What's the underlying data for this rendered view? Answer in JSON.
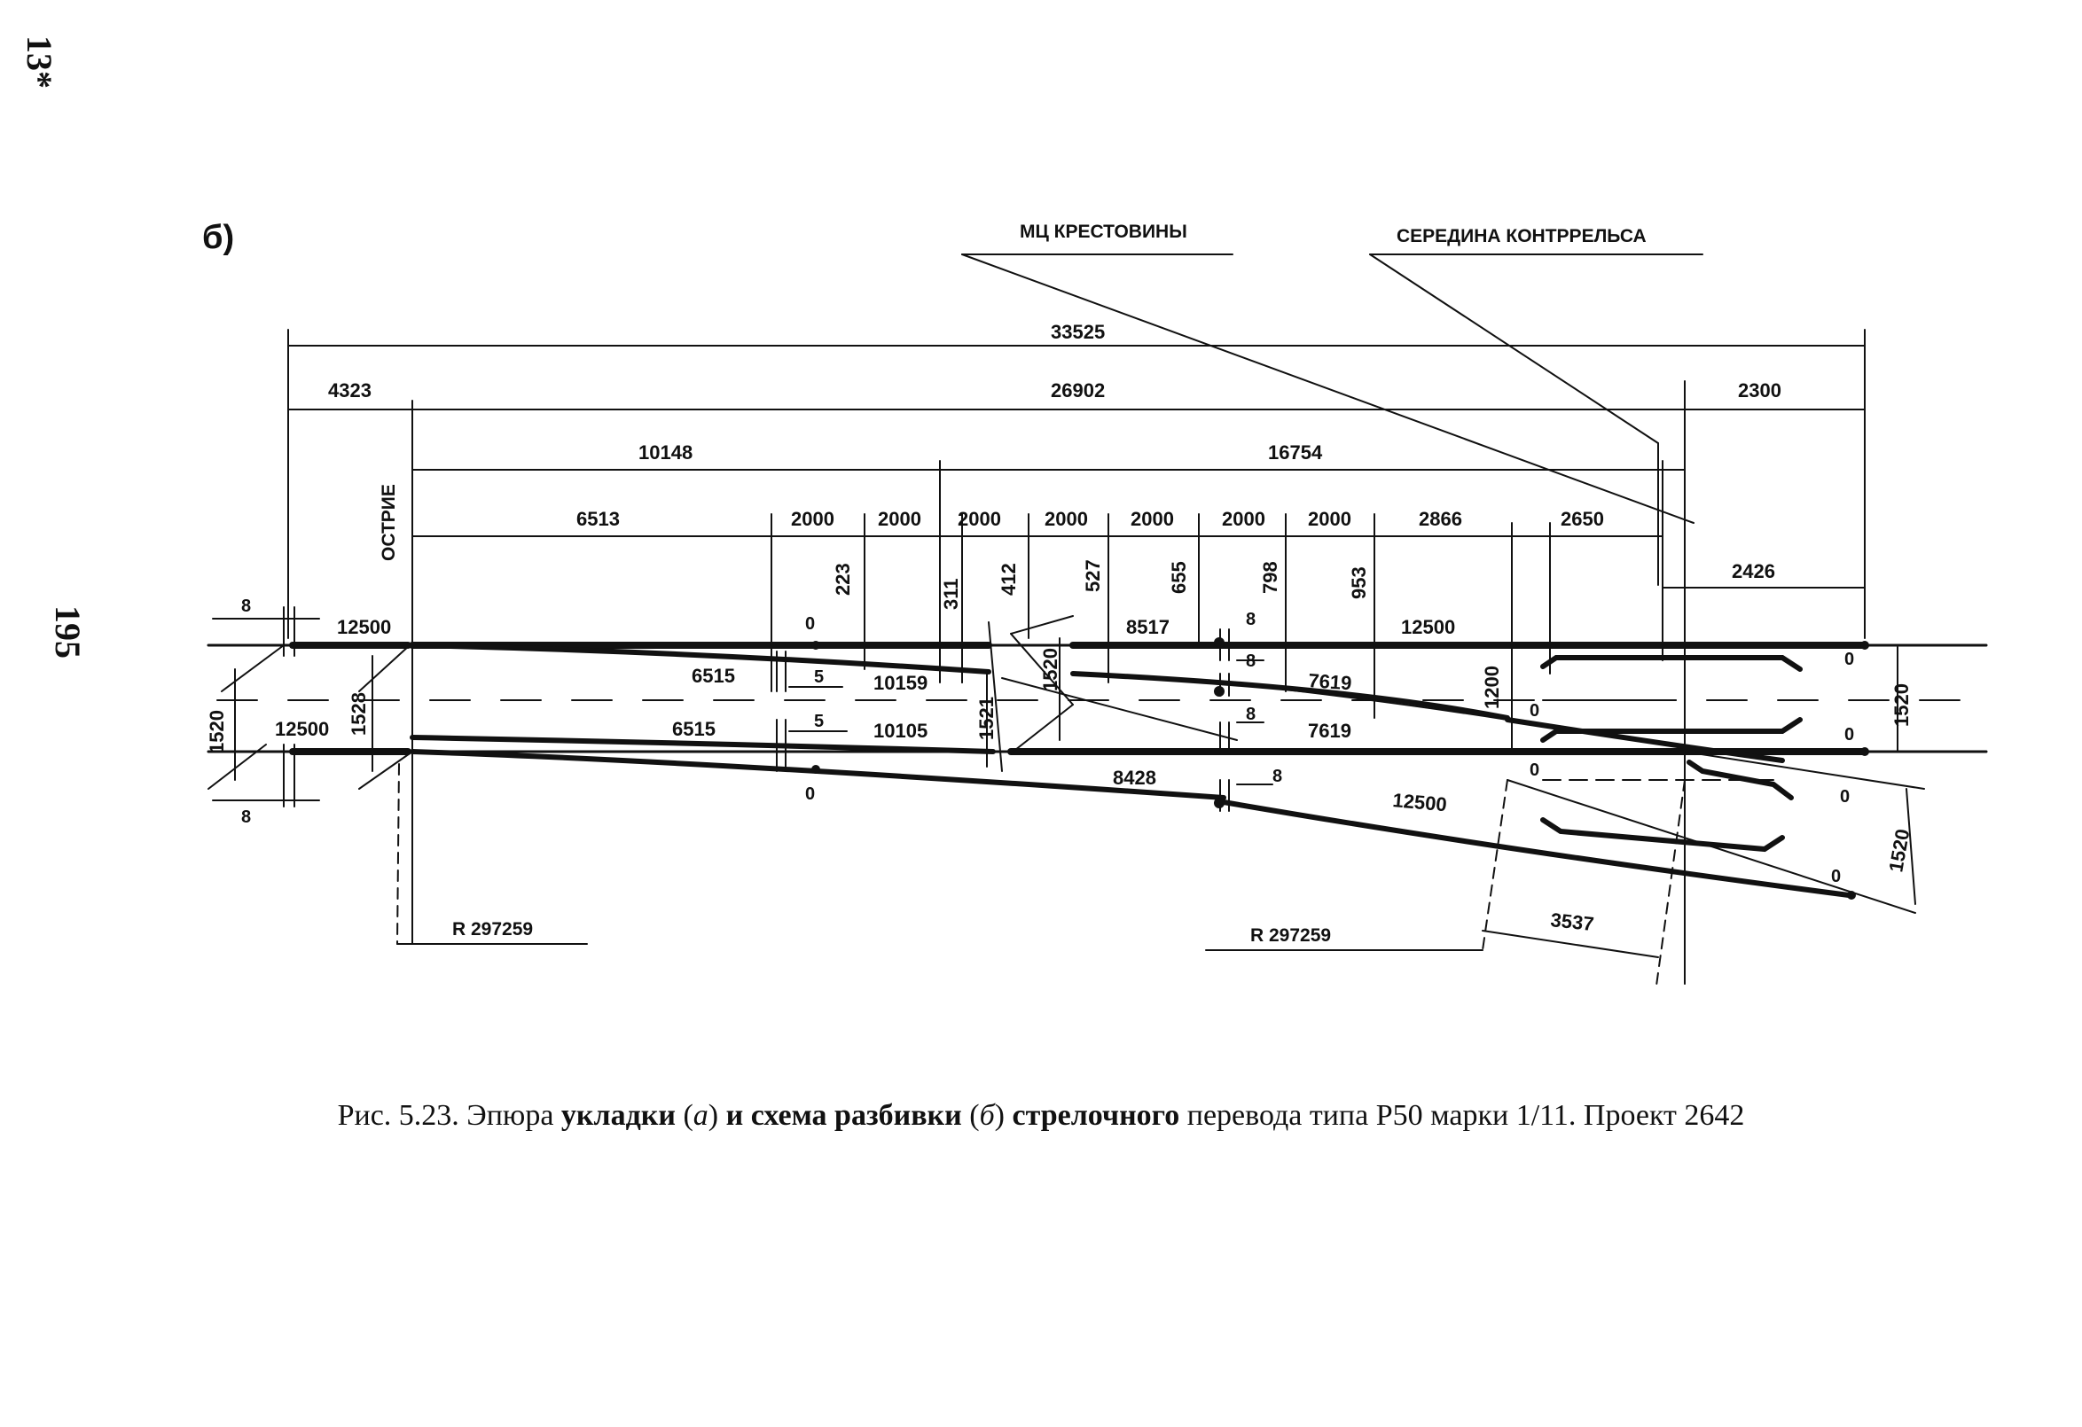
{
  "page": {
    "top_mark": "13*",
    "page_number": "195",
    "panel_label": "б)"
  },
  "callouts": {
    "frog_center": "МЦ КРЕСТОВИНЫ",
    "guard_rail_middle": "СЕРЕДИНА КОНТРРЕЛЬСА",
    "point": "ОСТРИЕ",
    "radius_left": "R 297259",
    "radius_right": "R 297259"
  },
  "dimensions": {
    "total": "33525",
    "front_overhang": "4323",
    "main": "26902",
    "tail": "2300",
    "to_center": "10148",
    "center_to_frog": "16754",
    "segments": [
      "6513",
      "2000",
      "2000",
      "2000",
      "2000",
      "2000",
      "2000",
      "2000",
      "2866",
      "2650"
    ],
    "ordinates": [
      "223",
      "311",
      "412",
      "527",
      "655",
      "798",
      "953",
      "1200"
    ],
    "frog_offset": "2426",
    "rail_lengths": {
      "top_left": "12500",
      "top_mid": "8517",
      "top_right": "12500",
      "bottom_left": "12500",
      "curve_upper_left": "6515",
      "curve_upper_right": "10159",
      "curve_lower_left": "6515",
      "curve_lower_right": "10105",
      "inner_upper": "7619",
      "inner_lower": "7619",
      "bottom_mid": "8428",
      "diverging": "12500",
      "joint_gap": "3537"
    },
    "gaps": [
      "8",
      "8",
      "5",
      "5",
      "8",
      "8",
      "8",
      "8"
    ],
    "gauges": {
      "left_track": "1520",
      "left_point": "1528",
      "curve": "1521",
      "mid": "1520",
      "right_main": "1520",
      "right_diverging": "1520"
    },
    "zero_marks": [
      "0",
      "0",
      "0",
      "0",
      "0",
      "0",
      "0",
      "0"
    ]
  },
  "caption": {
    "prefix": "Рис. 5.23. Эпюра ",
    "bold1": "укладки",
    "part2": " (",
    "a": "а",
    "part3": ") ",
    "bold2": "и схема разбивки",
    "part4": " (",
    "b": "б",
    "part5": ") ",
    "bold3": "стрелочного",
    "rest": " перевода типа Р50 марки 1/11. Проект 2642"
  }
}
